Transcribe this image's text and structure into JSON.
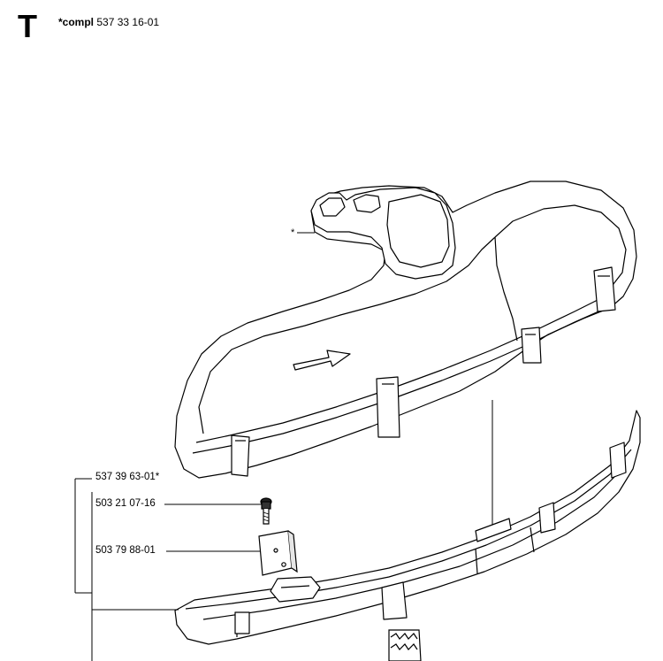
{
  "header": {
    "section_letter": "T",
    "kit_keyword": "*compl",
    "kit_number": "537 33 16-01"
  },
  "parts": [
    {
      "number": "537 39 63-01*"
    },
    {
      "number": "503 21 07-16"
    },
    {
      "number": "503 79 88-01"
    }
  ],
  "callouts": {
    "star_mark": "*"
  }
}
